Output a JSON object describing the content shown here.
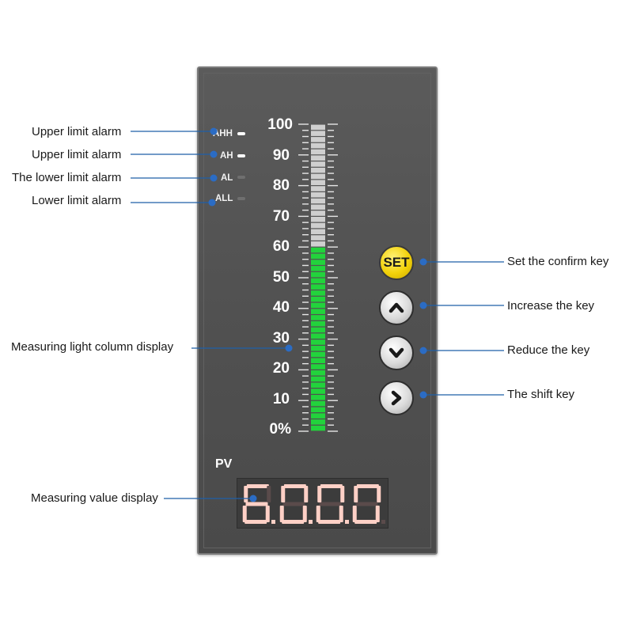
{
  "callouts": {
    "ahh": "Upper limit alarm",
    "ah": "Upper limit alarm",
    "al": "The lower limit alarm",
    "all": "Lower limit alarm",
    "bar": "Measuring light column display",
    "value": "Measuring value display",
    "set": "Set the confirm key",
    "increase": "Increase the key",
    "reduce": "Reduce the key",
    "shift": "The shift key"
  },
  "alarms": {
    "ahh": {
      "label": "AHH",
      "lit": true
    },
    "ah": {
      "label": "AH",
      "lit": true
    },
    "al": {
      "label": "AL",
      "lit": false
    },
    "all": {
      "label": "ALL",
      "lit": false
    }
  },
  "scale": {
    "s100": "100",
    "s90": "90",
    "s80": "80",
    "s70": "70",
    "s60": "60",
    "s50": "50",
    "s40": "40",
    "s30": "30",
    "s20": "20",
    "s10": "10",
    "s0": "0%"
  },
  "bar_level_percent": 60,
  "keys": {
    "set": "SET",
    "up_icon": "chevron-up-icon",
    "down_icon": "chevron-down-icon",
    "right_icon": "chevron-right-icon"
  },
  "pv_label": "PV",
  "display_value": "6.0.0.0",
  "colors": {
    "callout_line": "#1f5fa8",
    "callout_dot": "#2b6cc4",
    "bar_lit": "#22d33c",
    "bar_unlit": "#cfcfcf",
    "led_on": "#ffd0c6",
    "set_key": "#f3d20a"
  }
}
